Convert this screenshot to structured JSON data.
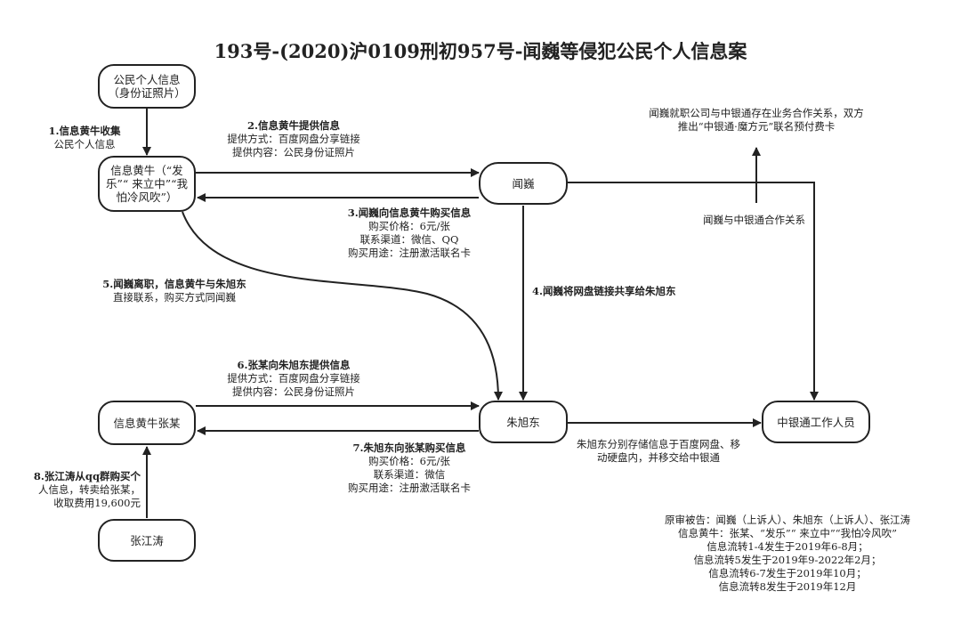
{
  "title": "193号-(2020)沪0109刑初957号-闻巍等侵犯公民个人信息案",
  "nodes": {
    "source_info": {
      "line1": "公民个人信息",
      "line2": "（身份证照片）"
    },
    "broker": {
      "line1": "信息黄牛（“发",
      "line2": "乐”“ 来立中”“我",
      "line3": "怕冷风吹”）"
    },
    "wenwei": "闻巍",
    "zhuxudong": "朱旭东",
    "broker_zhang": "信息黄牛张某",
    "zhangjiangtao": "张江涛",
    "zhongyintong": "中银通工作人员"
  },
  "labels": {
    "step1": [
      "1.信息黄牛收集",
      "公民个人信息"
    ],
    "step2": [
      "2.信息黄牛提供信息",
      "提供方式：百度网盘分享链接",
      "提供内容：公民身份证照片"
    ],
    "step3": [
      "3.闻巍向信息黄牛购买信息",
      "购买价格：6元/张",
      "联系渠道：微信、QQ",
      "购买用途：注册激活联名卡"
    ],
    "step4": "4.闻巍将网盘链接共享给朱旭东",
    "step5": [
      "5.闻巍离职，信息黄牛与朱旭东",
      "直接联系，购买方式同闻巍"
    ],
    "step6": [
      "6.张某向朱旭东提供信息",
      "提供方式：百度网盘分享链接",
      "提供内容：公民身份证照片"
    ],
    "step7": [
      "7.朱旭东向张某购买信息",
      "购买价格：6元/张",
      "联系渠道：微信",
      "购买用途：注册激活联名卡"
    ],
    "step8": [
      "8.张江涛从qq群购买个",
      "人信息，转卖给张某，",
      "收取费用19,600元"
    ],
    "employment": [
      "闻巍就职公司与中银通存在业务合作关系，双方",
      "推出“中银通·魔方元”联名预付费卡"
    ],
    "cooperation": "闻巍与中银通合作关系",
    "storage": [
      "朱旭东分别存储信息于百度网盘、移",
      "动硬盘内，并移交给中银通"
    ],
    "summary": [
      "原审被告：闻巍（上诉人）、朱旭东（上诉人）、张江涛",
      "信息黄牛：张某、“发乐”“ 来立中”“我怕冷风吹”",
      "信息流转1-4发生于2019年6-8月；",
      "信息流转5发生于2019年9-2022年2月；",
      "信息流转6-7发生于2019年10月；",
      "信息流转8发生于2019年12月"
    ]
  }
}
